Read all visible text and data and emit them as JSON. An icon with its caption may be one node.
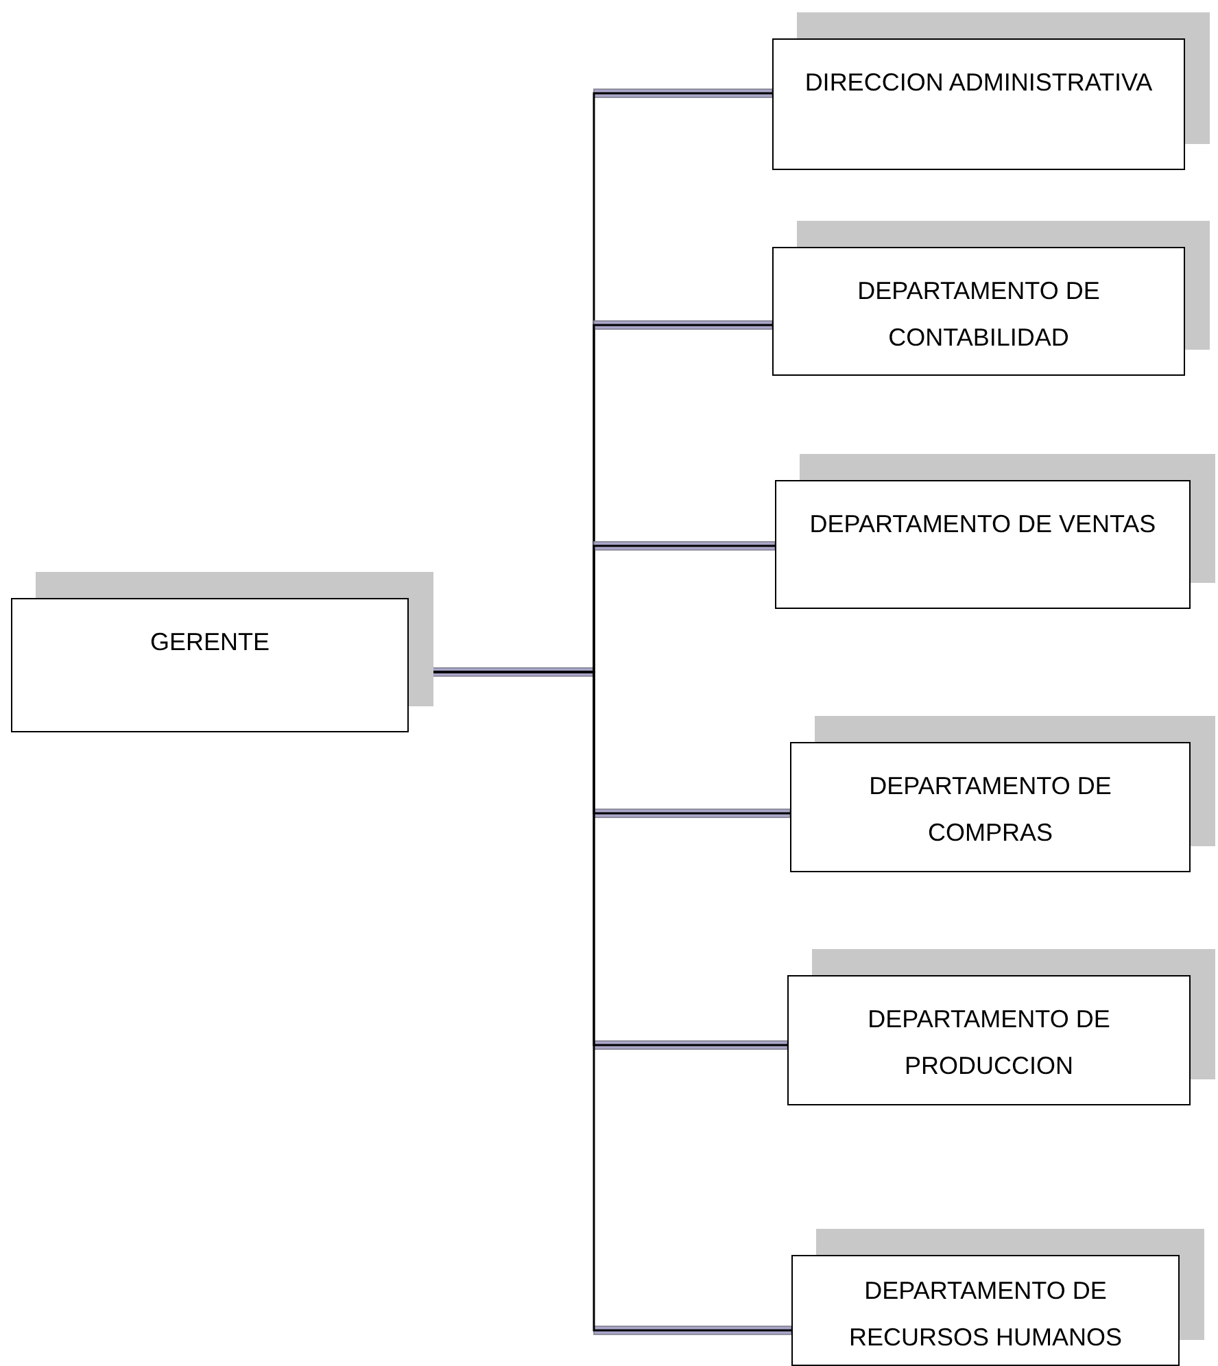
{
  "diagram": {
    "nodes": [
      {
        "text": [
          "GERENTE"
        ]
      },
      {
        "text": [
          "DIRECCION ADMINISTRATIVA"
        ]
      },
      {
        "text": [
          "DEPARTAMENTO DE CONTABILIDAD"
        ]
      },
      {
        "text": [
          "DEPARTAMENTO DE VENTAS"
        ]
      },
      {
        "text": [
          "DEPARTAMENTO DE COMPRAS"
        ]
      },
      {
        "text": [
          "DEPARTAMENTO DE PRODUCCION"
        ]
      },
      {
        "text": [
          "DEPARTAMENTO DE RECURSOS HUMANOS"
        ]
      }
    ],
    "edges": [
      {
        "from": 0,
        "to": 1,
        "arrow": "none"
      },
      {
        "from": 0,
        "to": 2,
        "arrow": "none"
      },
      {
        "from": 0,
        "to": 3,
        "arrow": "none"
      },
      {
        "from": 0,
        "to": 4,
        "arrow": "none"
      },
      {
        "from": 0,
        "to": 5,
        "arrow": "none"
      },
      {
        "from": 0,
        "to": 6,
        "arrow": "none"
      }
    ]
  }
}
